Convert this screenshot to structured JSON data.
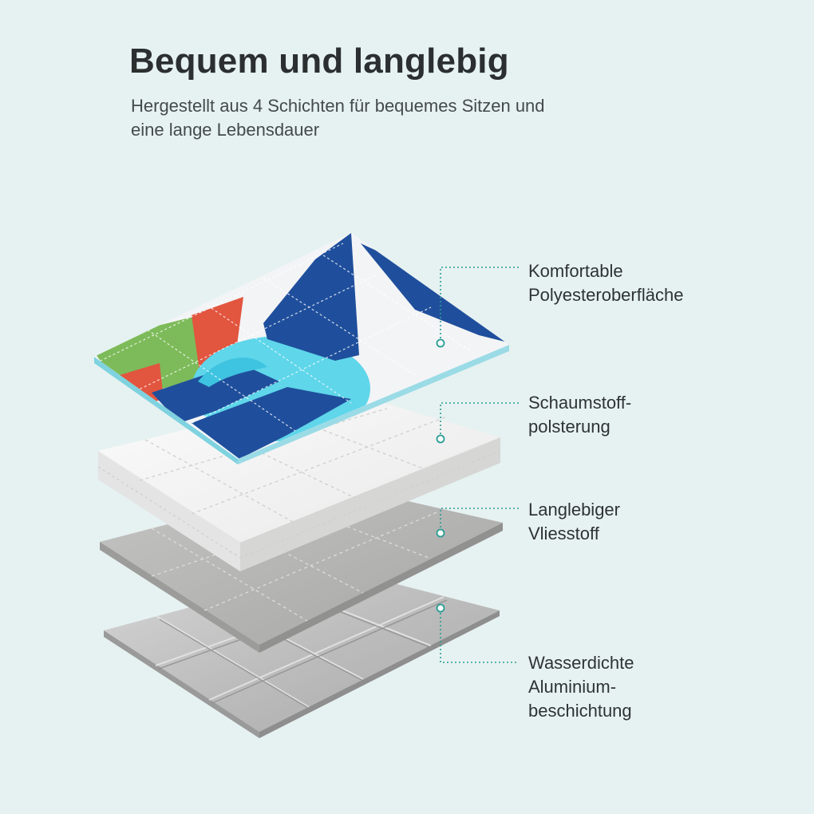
{
  "heading": {
    "title": "Bequem und langlebig",
    "subtitle_line1": "Hergestellt aus 4 Schichten für bequemes Sitzen und",
    "subtitle_line2": "eine lange Lebensdauer"
  },
  "colors": {
    "background": "#e6f2f1",
    "callout_teal": "#2a9d95",
    "print_blue": "#1f4f9c",
    "print_cyan": "#5fd6ea",
    "print_green": "#7dbb5a",
    "print_red": "#e2553f",
    "foam_white": "#f4f4f3",
    "fleece_grey": "#b9b9b8",
    "aluminium_silver": "#c9c9c9"
  },
  "layers": [
    {
      "id": "polyester",
      "line1": "Komfortable",
      "line2": "Polyesteroberfläche",
      "line3": ""
    },
    {
      "id": "foam",
      "line1": "Schaumstoff-",
      "line2": "polsterung",
      "line3": ""
    },
    {
      "id": "fleece",
      "line1": "Langlebiger",
      "line2": "Vliesstoff",
      "line3": ""
    },
    {
      "id": "aluminium",
      "line1": "Wasserdichte",
      "line2": "Aluminium-",
      "line3": "beschichtung"
    }
  ]
}
